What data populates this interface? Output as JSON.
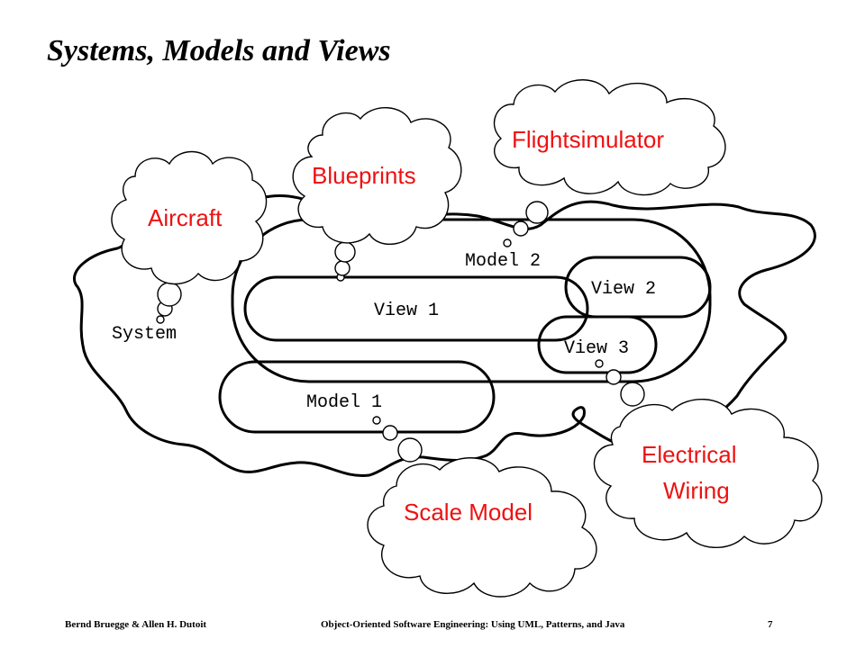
{
  "title": "Systems, Models and Views",
  "footer": {
    "authors": "Bernd Bruegge & Allen H. Dutoit",
    "book": "Object-Oriented Software Engineering: Using UML, Patterns, and Java",
    "page": "7"
  },
  "diagram": {
    "system_label": "System",
    "model1_label": "Model 1",
    "model2_label": "Model 2",
    "view1_label": "View 1",
    "view2_label": "View 2",
    "view3_label": "View 3"
  },
  "clouds": {
    "aircraft": "Aircraft",
    "blueprints": "Blueprints",
    "flightsimulator": "Flightsimulator",
    "electrical_line1": "Electrical",
    "electrical_line2": "Wiring",
    "scale_model": "Scale Model"
  },
  "colors": {
    "cloud_text": "#ee1111",
    "outline": "#000000"
  }
}
